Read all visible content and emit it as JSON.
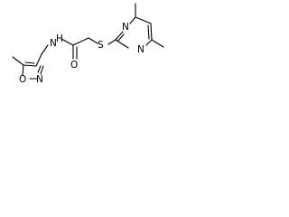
{
  "molecule": {
    "atoms": {
      "n_amide": "N",
      "h_amide": "H",
      "o_carbonyl": "O",
      "s_thioether": "S",
      "n_isoxazole": "N",
      "o_isoxazole": "O",
      "n_pyrimidine_top": "N",
      "n_pyrimidine_bottom": "N"
    }
  }
}
